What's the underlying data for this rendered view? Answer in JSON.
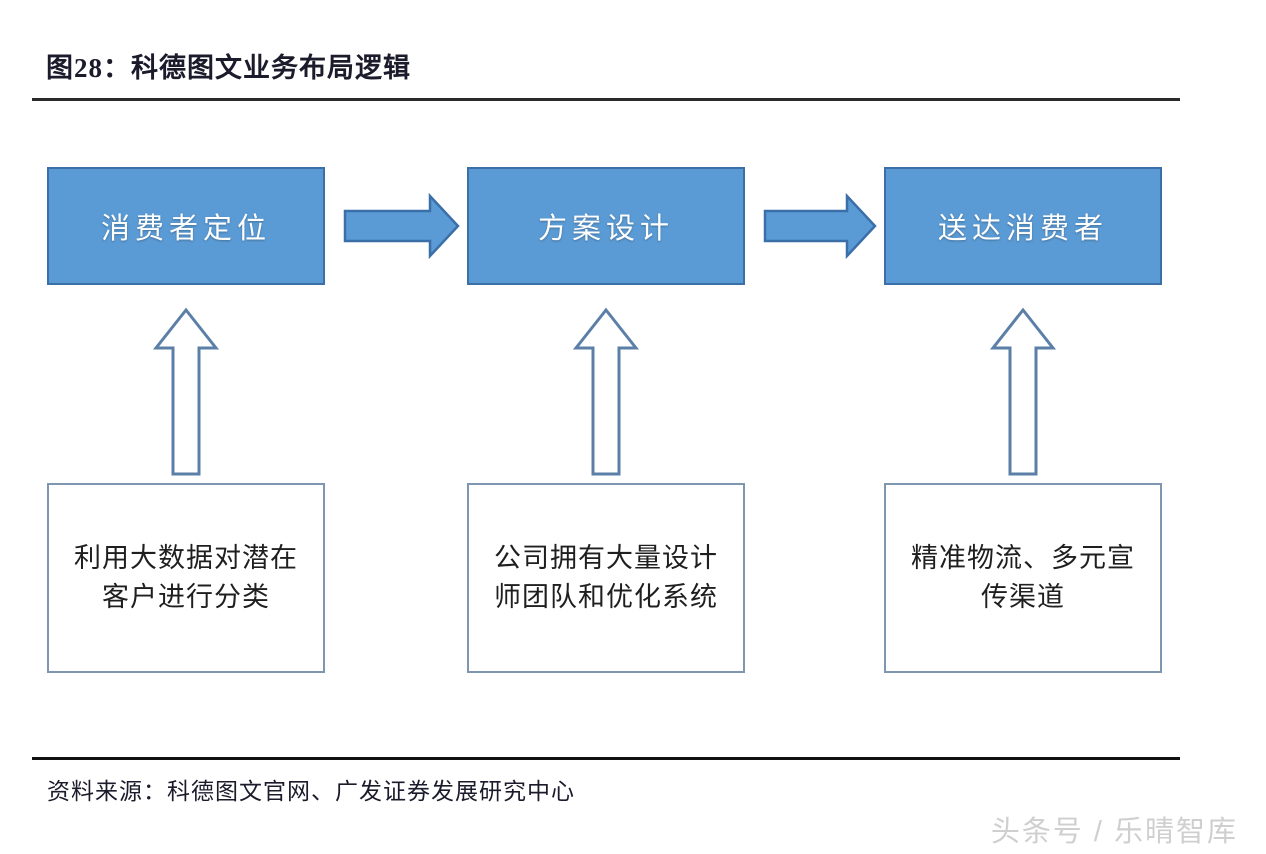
{
  "figure": {
    "title": "图28：科德图文业务布局逻辑",
    "source_note": "资料来源：科德图文官网、广发证券发展研究中心",
    "watermark": "头条号 / 乐晴智库"
  },
  "colors": {
    "process_fill": "#5B9BD5",
    "process_border": "#3A6FA8",
    "support_fill": "#FFFFFF",
    "support_border": "#7F96B0",
    "arrow_fill": "#5B9BD5",
    "arrow_border": "#3A6FA8",
    "vertical_arrow_stroke": "#5B7FA6",
    "rule": "#2B2B2B",
    "title_text": "#1B1B2B",
    "watermark_text": "#CFCFCF"
  },
  "diagram": {
    "type": "flow",
    "process_steps": [
      {
        "id": "step-1",
        "label": "消费者定位"
      },
      {
        "id": "step-2",
        "label": "方案设计"
      },
      {
        "id": "step-3",
        "label": "送达消费者"
      }
    ],
    "support_items": [
      {
        "id": "support-1",
        "label": "利用大数据对潜在客户进行分类",
        "supports": "step-1"
      },
      {
        "id": "support-2",
        "label": "公司拥有大量设计师团队和优化系统",
        "supports": "step-2"
      },
      {
        "id": "support-3",
        "label": "精准物流、多元宣传渠道",
        "supports": "step-3"
      }
    ],
    "horizontal_arrows": [
      {
        "id": "arrow-1",
        "from": "step-1",
        "to": "step-2",
        "style": "filled"
      },
      {
        "id": "arrow-2",
        "from": "step-2",
        "to": "step-3",
        "style": "filled"
      }
    ],
    "vertical_arrows": [
      {
        "id": "v-arrow-1",
        "from": "support-1",
        "to": "step-1",
        "style": "outlined"
      },
      {
        "id": "v-arrow-2",
        "from": "support-2",
        "to": "step-2",
        "style": "outlined"
      },
      {
        "id": "v-arrow-3",
        "from": "support-3",
        "to": "step-3",
        "style": "outlined"
      }
    ]
  }
}
